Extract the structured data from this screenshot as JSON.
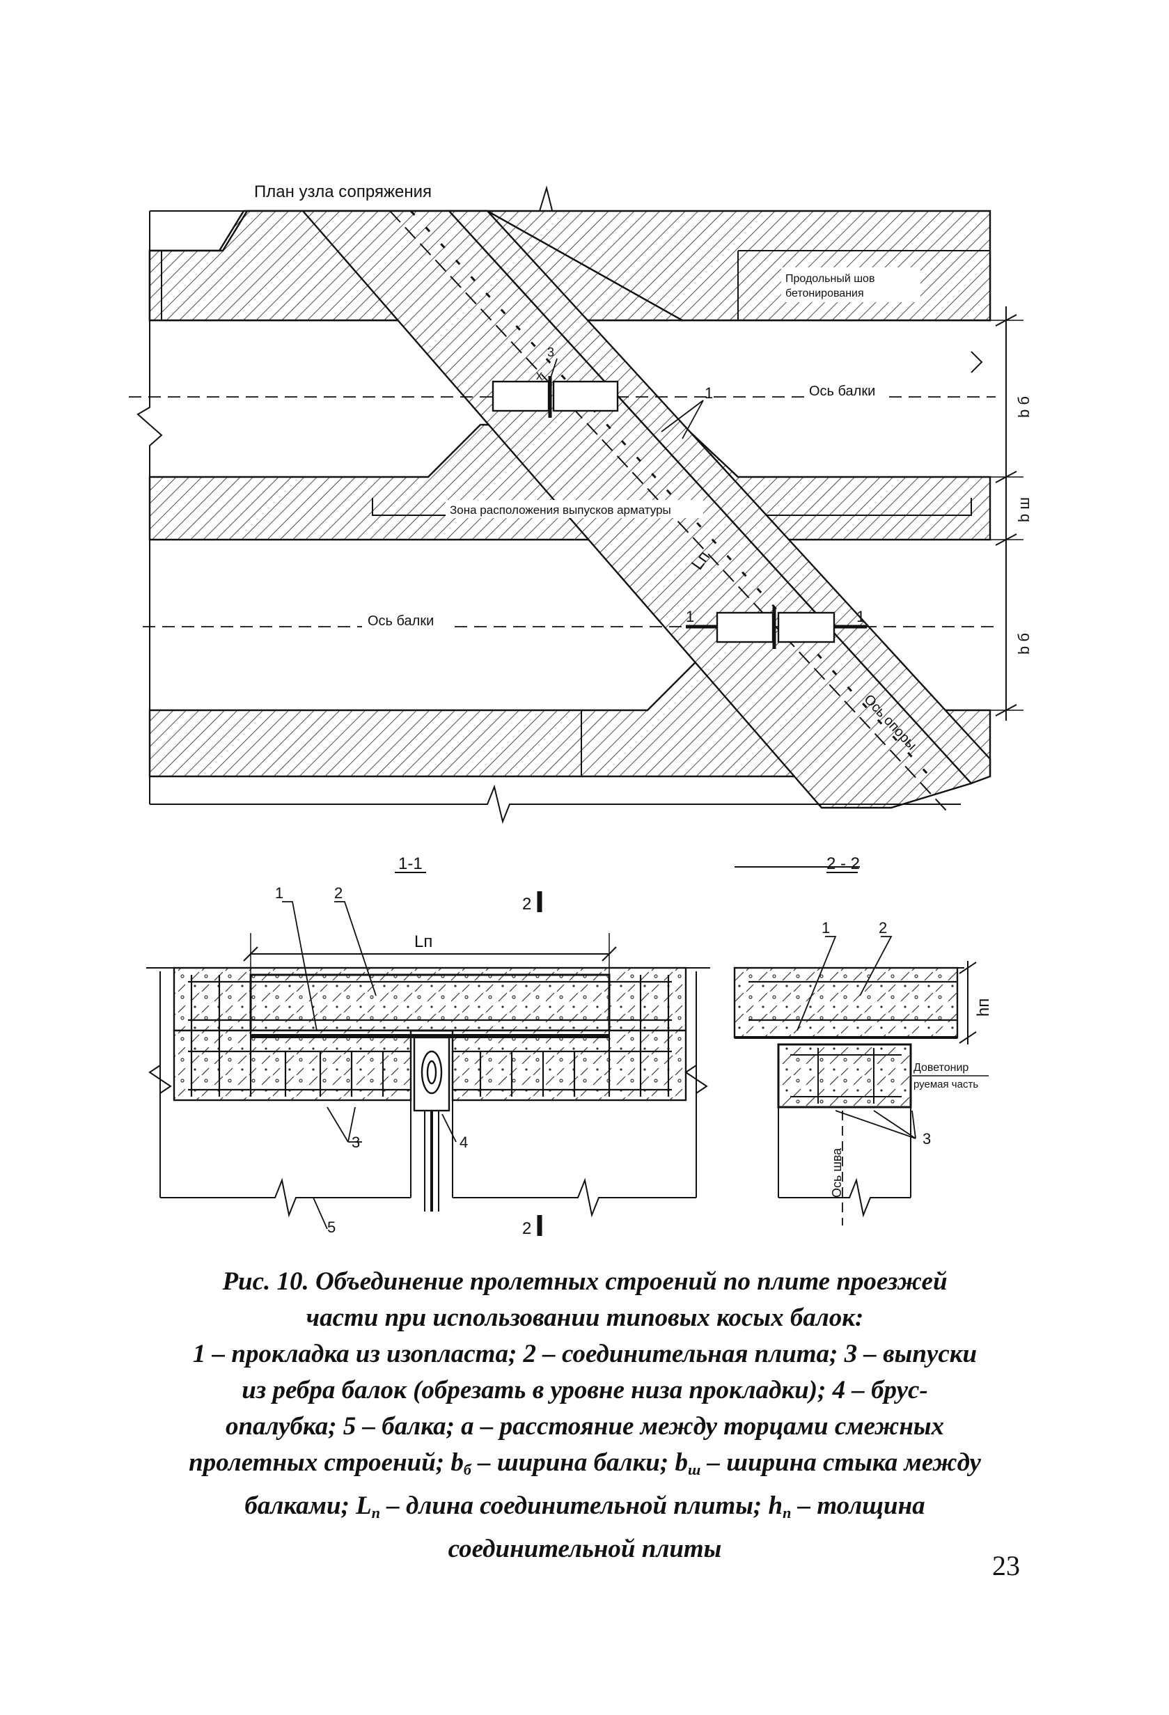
{
  "plan": {
    "title": "План узла сопряжения",
    "long_seam": [
      "Продольный шов",
      "бетонирования"
    ],
    "beam_axis_upper": "Ось балки",
    "beam_axis_lower": "Ось балки",
    "zone_label": "Зона расположения выпусков арматуры",
    "support_axis": "Ось опоры",
    "label_1_upper": "1",
    "label_1_lower": "1",
    "label_1_left": "1",
    "label_3": "3",
    "label_x": "x",
    "dim_b_beam_1": "b б",
    "dim_b_seam": "b ш",
    "dim_b_beam_2": "b б",
    "dim_Ln": "Lп"
  },
  "section_1": {
    "title": "1-1",
    "callout_1": "1",
    "callout_2": "2",
    "callout_3": "3",
    "callout_4": "4",
    "callout_5": "5",
    "dim_Ln": "Lп",
    "cut_mark_top": "2",
    "cut_mark_bottom": "2"
  },
  "section_2": {
    "title": "2 - 2",
    "callout_1": "1",
    "callout_2": "2",
    "callout_3": "3",
    "dim_hn": "hп",
    "finish_part_line1": "Доветонир",
    "finish_part_line2": "руемая часть",
    "seam_axis": "Ось шва"
  },
  "caption": {
    "line1": "Рис. 10. Объединение пролетных строений по плите проезжей",
    "line2": "части при использовании типовых косых балок:",
    "line3": "1 – прокладка из изопласта; 2 – соединительная плита; 3 – выпуски",
    "line4": "из ребра балок (обрезать в уровне низа прокладки); 4 – брус-",
    "line5": "опалубка; 5 – балка; а – расстояние между торцами смежных",
    "line6a": "пролетных строений; b",
    "line6_sub1": "б",
    "line6b": " – ширина балки; b",
    "line6_sub2": "ш",
    "line6c": " – ширина стыка между",
    "line7a": "балками; L",
    "line7_sub1": "п",
    "line7b": " – длина соединительной плиты; h",
    "line7_sub2": "п",
    "line7c": " – толщина",
    "line8": "соединительной плиты"
  },
  "page_number": "23",
  "colors": {
    "ink": "#111111",
    "paper": "#ffffff"
  }
}
